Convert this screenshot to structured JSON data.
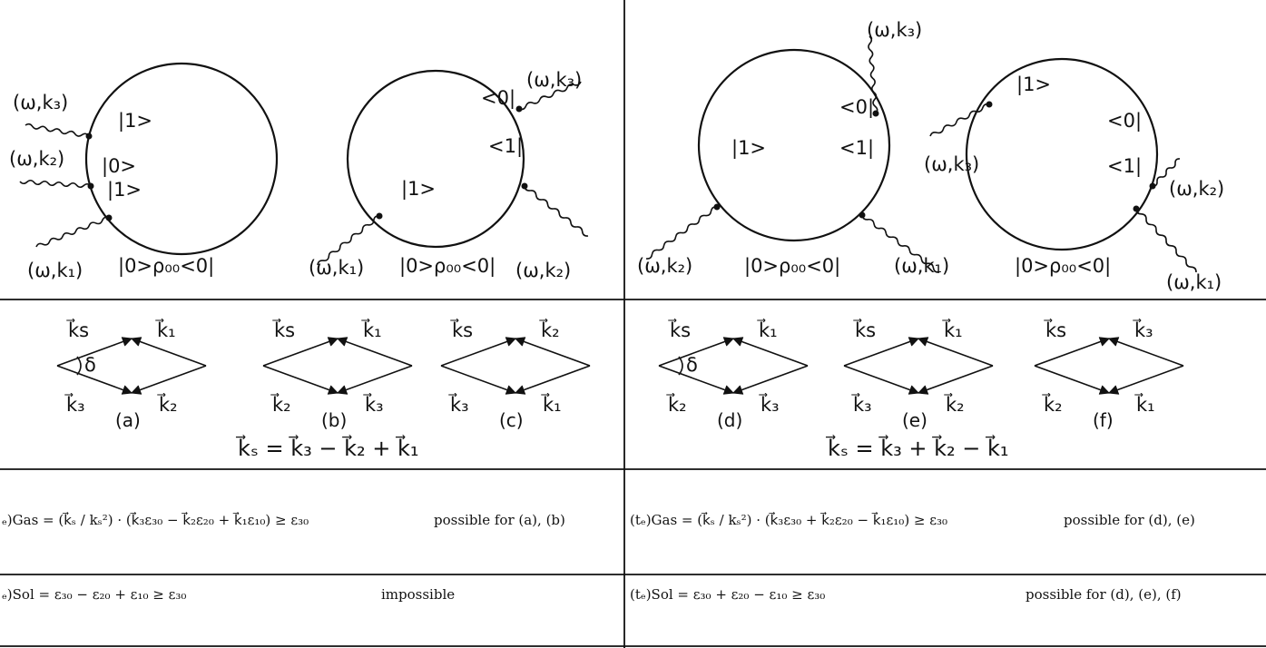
{
  "top_diagrams": [
    {
      "id": "A",
      "bottom": "|0>ρ₀₀<0|",
      "states": [
        "|1>",
        "|0>",
        "|1>"
      ],
      "photons": [
        "(ω,k₃)",
        "(ω,k₂)",
        "(ω,k₁)"
      ]
    },
    {
      "id": "B",
      "bottom": "|0>ρ₀₀<0|",
      "states": [
        "<0|",
        "<1|",
        "|1>"
      ],
      "photons": [
        "(ω,k₃)",
        "(ω,k₂)",
        "(ω,k₁)"
      ]
    },
    {
      "id": "C",
      "bottom": "|0>ρ₀₀<0|",
      "states": [
        "<0|",
        "<1|",
        "|1>"
      ],
      "photons": [
        "(ω,k₃)",
        "(ω,k₁)",
        "(ω,k₂)"
      ]
    },
    {
      "id": "D",
      "bottom": "|0>ρ₀₀<0|",
      "states": [
        "|1>",
        "<0|",
        "<1|"
      ],
      "photons": [
        "(ω,k₃)",
        "(ω,k₂)",
        "(ω,k₁)"
      ]
    }
  ],
  "vectors": [
    {
      "id": "a",
      "caption": "(a)",
      "tl": "ks",
      "tr": "k1",
      "bl": "k3",
      "br": "k2",
      "angle": "δ"
    },
    {
      "id": "b",
      "caption": "(b)",
      "tl": "ks",
      "tr": "k1",
      "bl": "k2",
      "br": "k3",
      "angle": ""
    },
    {
      "id": "c",
      "caption": "(c)",
      "tl": "ks",
      "tr": "k2",
      "bl": "k3",
      "br": "k1",
      "angle": ""
    },
    {
      "id": "d",
      "caption": "(d)",
      "tl": "ks",
      "tr": "k1",
      "bl": "k2",
      "br": "k3",
      "angle": "δ"
    },
    {
      "id": "e",
      "caption": "(e)",
      "tl": "ks",
      "tr": "k1",
      "bl": "k3",
      "br": "k2",
      "angle": ""
    },
    {
      "id": "f",
      "caption": "(f)",
      "tl": "ks",
      "tr": "k3",
      "bl": "k2",
      "br": "k1",
      "angle": ""
    }
  ],
  "equations": {
    "left": "k⃗ₛ = k⃗₃ − k⃗₂ + k⃗₁",
    "right": "k⃗ₛ = k⃗₃ + k⃗₂ − k⃗₁"
  },
  "conditions": {
    "gas_left": "ₑ)Gas = (k⃗ₛ / kₛ²) · (k⃗₃ε₃₀ − k⃗₂ε₂₀ + k⃗₁ε₁₀) ≥ ε₃₀",
    "gas_left_note": "possible for (a), (b)",
    "gas_right": "(tₑ)Gas = (k⃗ₛ / kₛ²) · (k⃗₃ε₃₀ + k⃗₂ε₂₀ − k⃗₁ε₁₀) ≥ ε₃₀",
    "gas_right_note": "possible for (d), (e)",
    "sol_left": "ₑ)Sol = ε₃₀ − ε₂₀ + ε₁₀ ≥ ε₃₀",
    "sol_left_note": "impossible",
    "sol_right": "(tₑ)Sol = ε₃₀ + ε₂₀ − ε₁₀ ≥ ε₃₀",
    "sol_right_note": "possible for (d), (e), (f)"
  }
}
